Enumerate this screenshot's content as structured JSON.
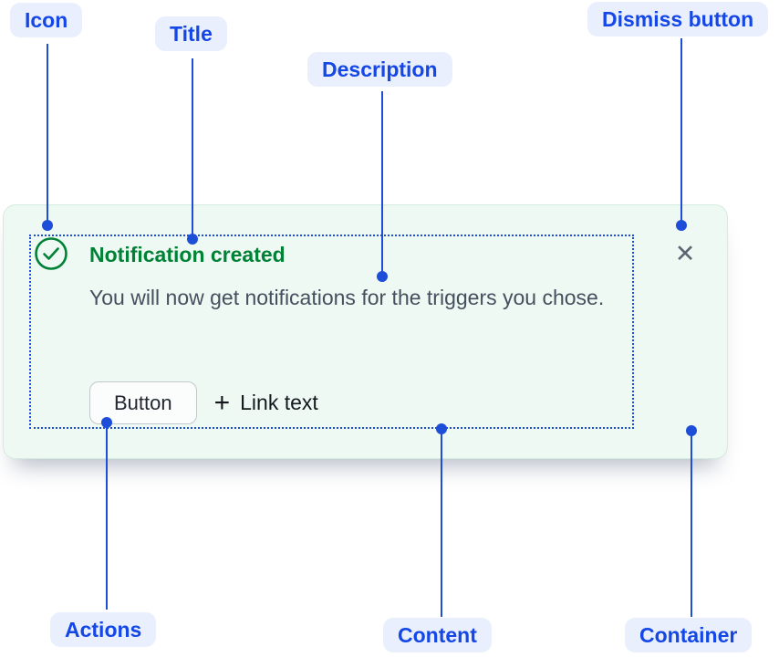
{
  "diagram": {
    "callouts": {
      "icon": "Icon",
      "title": "Title",
      "description": "Description",
      "dismiss_button": "Dismiss button",
      "actions": "Actions",
      "content": "Content",
      "container": "Container"
    }
  },
  "toast": {
    "title": "Notification created",
    "description": "You will now get notifications for the triggers you chose.",
    "actions": {
      "button_label": "Button",
      "plus_glyph": "+",
      "link_label": "Link text"
    },
    "dismiss_glyph": "✕"
  },
  "colors": {
    "accent_blue": "#1d4ed8",
    "label_text": "#1447e6",
    "label_bg": "#e9effd",
    "success_green": "#008236",
    "card_bg": "#eff9f3",
    "card_border": "#d2ecdd"
  }
}
